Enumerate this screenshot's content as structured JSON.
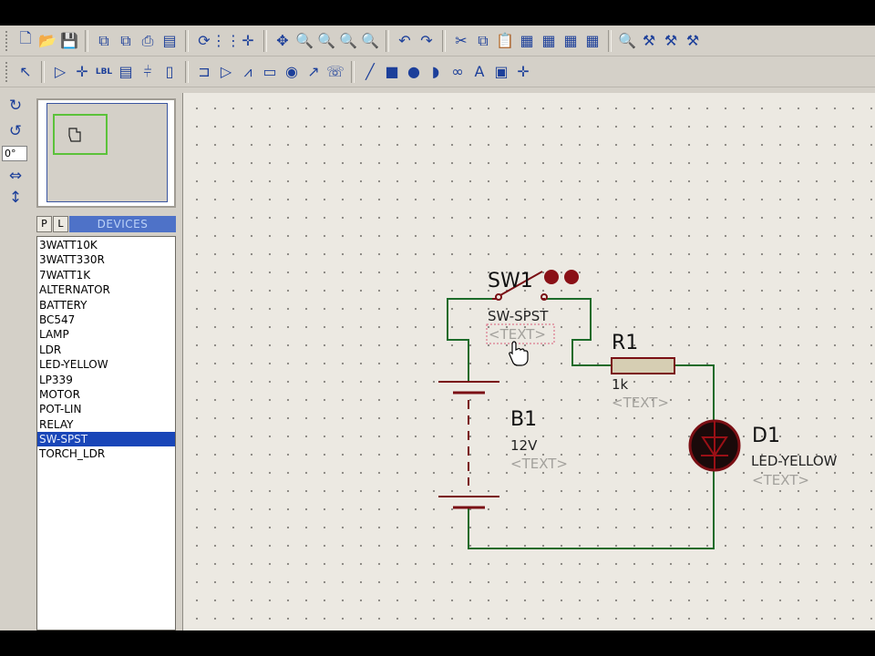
{
  "toolbar_top": {
    "buttons": [
      {
        "name": "new-file-icon",
        "glyph": "🗋"
      },
      {
        "name": "open-folder-icon",
        "glyph": "📂"
      },
      {
        "name": "save-icon",
        "glyph": "💾"
      },
      {
        "name": "import-icon",
        "glyph": "⧉"
      },
      {
        "name": "export-icon",
        "glyph": "⧉"
      },
      {
        "name": "print-icon",
        "glyph": "⎙"
      },
      {
        "name": "area-print-icon",
        "glyph": "▤"
      },
      {
        "name": "refresh-icon",
        "glyph": "⟳"
      },
      {
        "name": "grid-icon",
        "glyph": "⋮⋮"
      },
      {
        "name": "origin-icon",
        "glyph": "✛"
      },
      {
        "name": "pan-icon",
        "glyph": "✥"
      },
      {
        "name": "zoom-in-icon",
        "glyph": "🔍"
      },
      {
        "name": "zoom-out-icon",
        "glyph": "🔍"
      },
      {
        "name": "zoom-all-icon",
        "glyph": "🔍"
      },
      {
        "name": "zoom-area-icon",
        "glyph": "🔍"
      },
      {
        "name": "undo-icon",
        "glyph": "↶"
      },
      {
        "name": "redo-icon",
        "glyph": "↷"
      },
      {
        "name": "cut-icon",
        "glyph": "✂"
      },
      {
        "name": "copy-icon",
        "glyph": "⧉"
      },
      {
        "name": "paste-icon",
        "glyph": "📋"
      },
      {
        "name": "block-copy-icon",
        "glyph": "▦"
      },
      {
        "name": "block-move-icon",
        "glyph": "▦"
      },
      {
        "name": "block-rotate-icon",
        "glyph": "▦"
      },
      {
        "name": "block-delete-icon",
        "glyph": "▦"
      },
      {
        "name": "pick-device-icon",
        "glyph": "🔍"
      },
      {
        "name": "make-device-icon",
        "glyph": "⚒"
      },
      {
        "name": "packaging-icon",
        "glyph": "⚒"
      },
      {
        "name": "decompose-icon",
        "glyph": "⚒"
      }
    ]
  },
  "toolbar_modes": {
    "buttons": [
      {
        "name": "selection-mode-icon",
        "glyph": "↖"
      },
      {
        "name": "component-mode-icon",
        "glyph": "▷"
      },
      {
        "name": "junction-dot-icon",
        "glyph": "✛"
      },
      {
        "name": "wire-label-icon",
        "glyph": "LBL"
      },
      {
        "name": "text-script-icon",
        "glyph": "▤"
      },
      {
        "name": "bus-icon",
        "glyph": "⫩"
      },
      {
        "name": "subcircuit-icon",
        "glyph": "▯"
      },
      {
        "name": "terminal-icon",
        "glyph": "⊐"
      },
      {
        "name": "device-pin-icon",
        "glyph": "▷"
      },
      {
        "name": "graph-icon",
        "glyph": "⩘"
      },
      {
        "name": "tape-recorder-icon",
        "glyph": "▭"
      },
      {
        "name": "generator-icon",
        "glyph": "◉"
      },
      {
        "name": "voltage-probe-icon",
        "glyph": "↗"
      },
      {
        "name": "virtual-instruments-icon",
        "glyph": "☏"
      },
      {
        "name": "line-tool-icon",
        "glyph": "╱"
      },
      {
        "name": "box-tool-icon",
        "glyph": "■"
      },
      {
        "name": "circle-tool-icon",
        "glyph": "●"
      },
      {
        "name": "arc-tool-icon",
        "glyph": "◗"
      },
      {
        "name": "path-tool-icon",
        "glyph": "∞"
      },
      {
        "name": "text-tool-icon",
        "glyph": "A"
      },
      {
        "name": "symbol-tool-icon",
        "glyph": "▣"
      },
      {
        "name": "marker-tool-icon",
        "glyph": "✛"
      }
    ]
  },
  "left_tools": {
    "rotate_cw_glyph": "↻",
    "rotate_ccw_glyph": "↺",
    "angle_value": "0°",
    "mirror_x_glyph": "⇔",
    "mirror_y_glyph": "↕"
  },
  "device_selector": {
    "p_label": "P",
    "l_label": "L",
    "title": "DEVICES",
    "items": [
      "3WATT10K",
      "3WATT330R",
      "7WATT1K",
      "ALTERNATOR",
      "BATTERY",
      "BC547",
      "LAMP",
      "LDR",
      "LED-YELLOW",
      "LP339",
      "MOTOR",
      "POT-LIN",
      "RELAY",
      "SW-SPST",
      "TORCH_LDR"
    ],
    "selected": "SW-SPST"
  },
  "schematic": {
    "wire_color": "#1d6b2a",
    "component_color": "#7a0f14",
    "components": {
      "switch": {
        "ref": "SW1",
        "value": "SW-SPST",
        "text": "<TEXT>"
      },
      "resistor": {
        "ref": "R1",
        "value": "1k",
        "text": "<TEXT>"
      },
      "battery": {
        "ref": "B1",
        "value": "12V",
        "text": "<TEXT>"
      },
      "led": {
        "ref": "D1",
        "value": "LED-YELLOW",
        "text": "<TEXT>"
      }
    }
  },
  "colors": {
    "selected_item_bg": "#1946b8",
    "selector_title_bg": "#4e72c8",
    "resistor_body": "#d6ceb3",
    "text_placeholder": "#a3a19c"
  }
}
